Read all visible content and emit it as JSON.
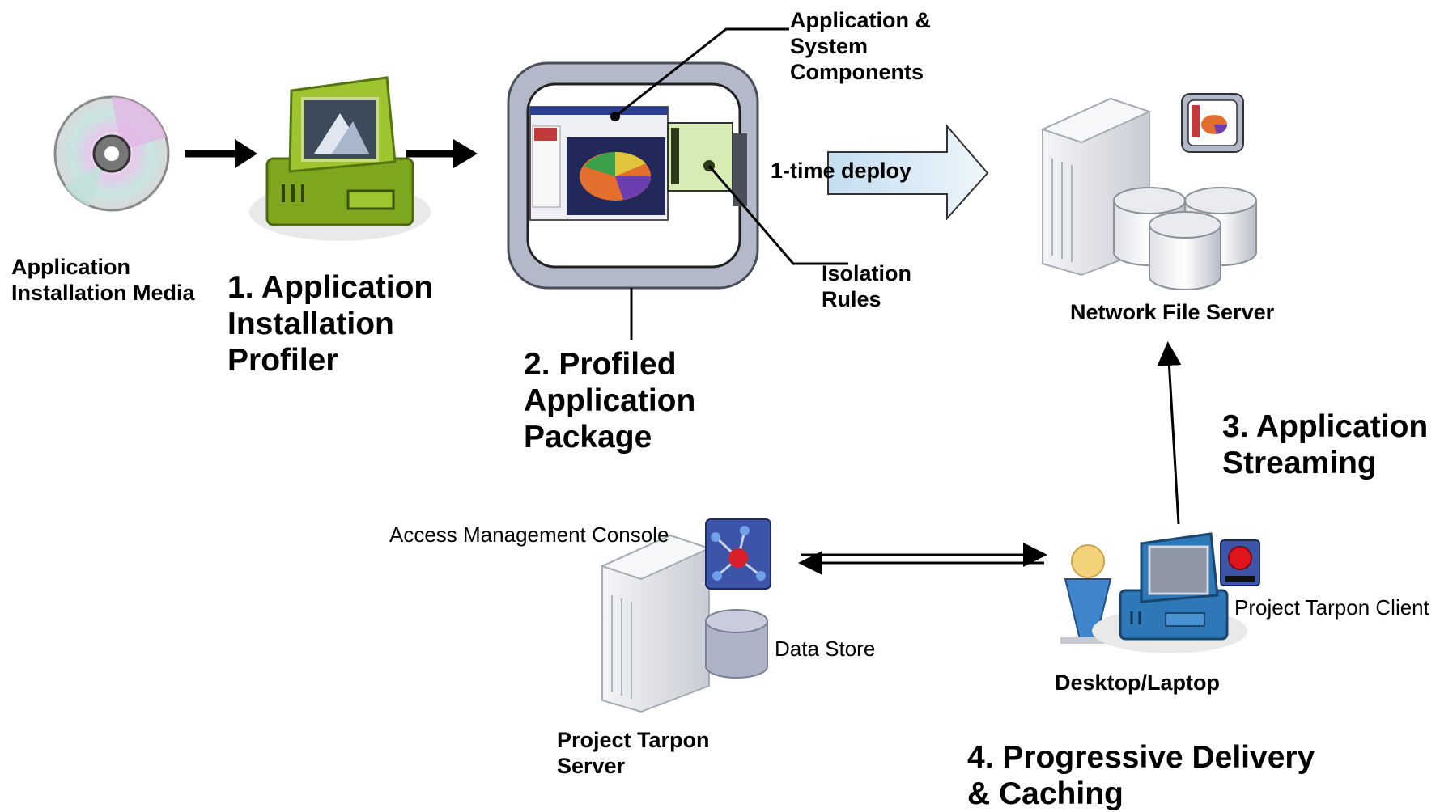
{
  "labels": {
    "install_media": "Application\nInstallation Media",
    "step1": "1. Application\nInstallation\nProfiler",
    "app_components": "Application &\nSystem\nComponents",
    "isolation_rules": "Isolation\nRules",
    "one_time_deploy": "1-time deploy",
    "step2": "2. Profiled\nApplication\nPackage",
    "network_file_server": "Network File Server",
    "step3": "3. Application\nStreaming",
    "access_console": "Access Management Console",
    "data_store": "Data Store",
    "tarpon_server": "Project Tarpon\nServer",
    "tarpon_client": "Project Tarpon Client",
    "desktop_laptop": "Desktop/Laptop",
    "step4": "4. Progressive Delivery\n& Caching"
  },
  "colors": {
    "profiler_computer": "#8fb82a",
    "package_frame": "#b3b9c8",
    "deploy_arrow": "#d7e8f5",
    "client_computer": "#2f78b8",
    "server_tower": "#e4e6ea",
    "console_icon": "#3c55a8"
  },
  "icons": [
    "cd-disc-icon",
    "profiler-computer-icon",
    "package-icon",
    "server-tower-icon",
    "database-icon",
    "molecule-icon",
    "user-icon",
    "client-computer-icon",
    "red-button-icon"
  ]
}
